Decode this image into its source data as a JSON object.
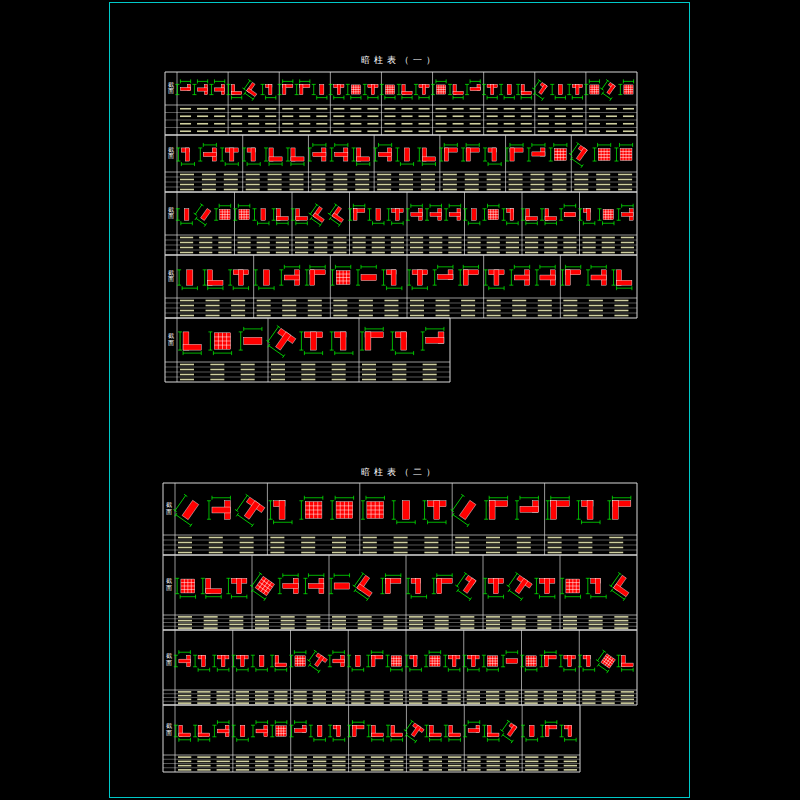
{
  "diagram": {
    "title": "暗柱表（一）",
    "labels": [
      "暗柱表（二）",
      "截面",
      "截面",
      "截面",
      "截面",
      "截面",
      "截面",
      "截面",
      "截面",
      "截面"
    ]
  }
}
